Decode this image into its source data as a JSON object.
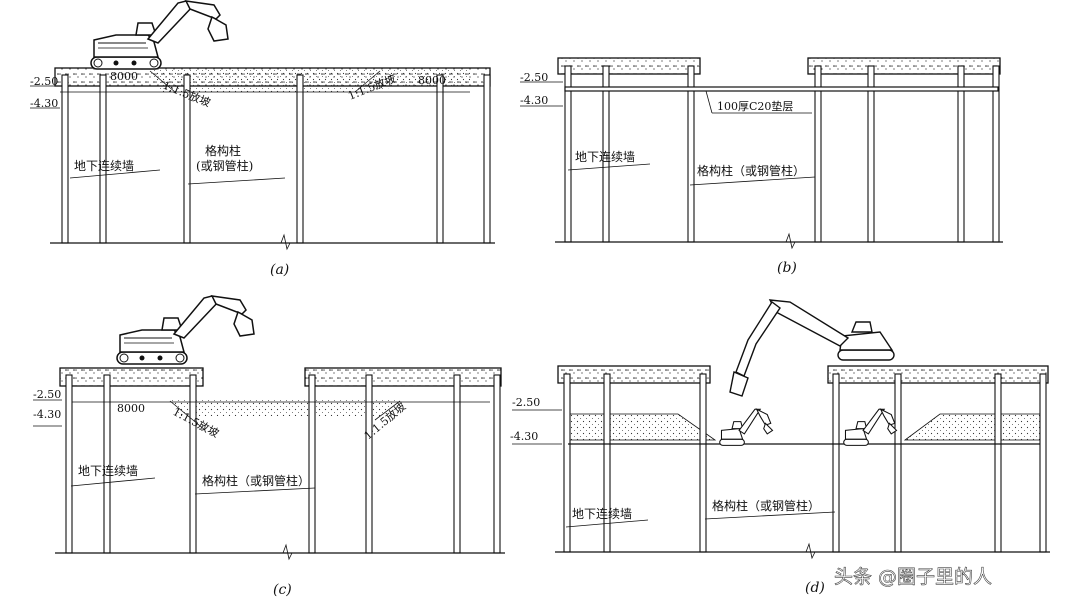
{
  "panels": [
    {
      "id": "a",
      "caption": "(a)",
      "levels": [
        "-2.50",
        "-4.30"
      ],
      "labels": {
        "wall": "地下连续墙",
        "column": "格构柱\n(或钢管柱)",
        "span_left": "8000",
        "span_right": "8000",
        "slope_left": "1:1.5放坡",
        "slope_right": "1:1.5放坡"
      }
    },
    {
      "id": "b",
      "caption": "(b)",
      "levels": [
        "-2.50",
        "-4.30"
      ],
      "labels": {
        "wall": "地下连续墙",
        "column": "格构柱（或钢管柱）",
        "cushion": "100厚C20垫层"
      }
    },
    {
      "id": "c",
      "caption": "(c)",
      "levels": [
        "-2.50",
        "-4.30"
      ],
      "labels": {
        "wall": "地下连续墙",
        "column": "格构柱（或钢管柱）",
        "span_left": "8000",
        "slope_left": "1:1.5放坡",
        "slope_right": "1:1.5放坡"
      }
    },
    {
      "id": "d",
      "caption": "(d)",
      "levels": [
        "-2.50",
        "-4.30"
      ],
      "labels": {
        "wall": "地下连续墙",
        "column": "格构柱（或钢管柱）"
      }
    }
  ],
  "watermark": "头条 @圈子里的人"
}
